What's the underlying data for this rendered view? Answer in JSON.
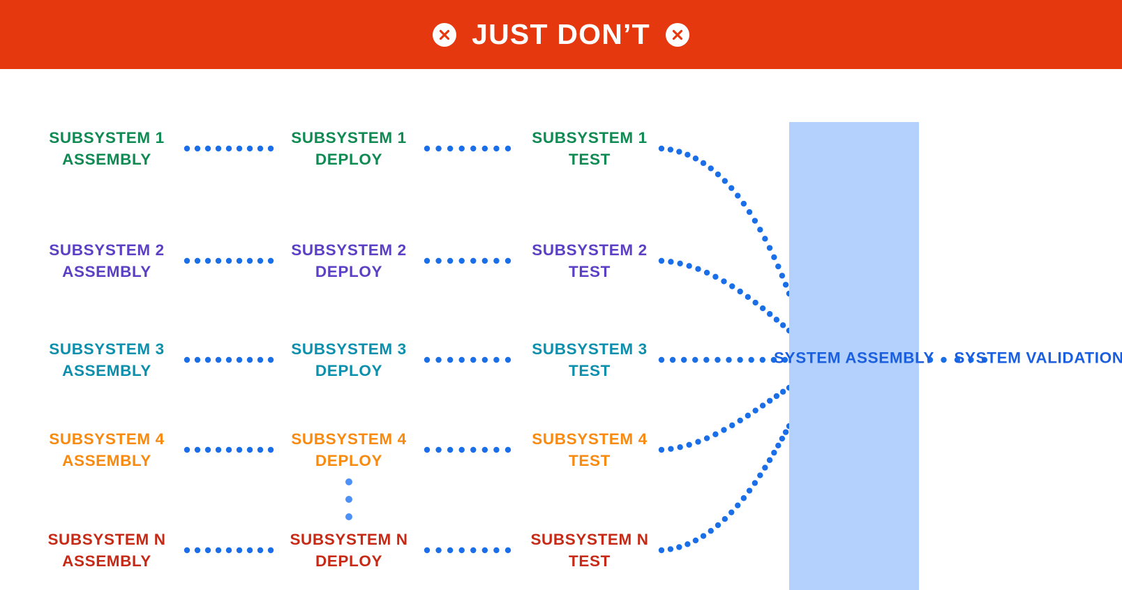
{
  "banner": {
    "title": "JUST DON’T",
    "left_icon": "x-circle-icon",
    "right_icon": "x-circle-icon",
    "background_color": "#e5380f",
    "text_color": "#ffffff"
  },
  "diagram": {
    "type": "pipeline-flow",
    "connector_color": "#1a6ee8",
    "stage_labels": [
      "ASSEMBLY",
      "DEPLOY",
      "TEST"
    ],
    "rows": [
      {
        "id": "subsystem-1",
        "color": "#0e8a52",
        "assembly": {
          "line1": "SUBSYSTEM 1",
          "line2": "ASSEMBLY"
        },
        "deploy": {
          "line1": "SUBSYSTEM 1",
          "line2": "DEPLOY"
        },
        "test": {
          "line1": "SUBSYSTEM 1",
          "line2": "TEST"
        }
      },
      {
        "id": "subsystem-2",
        "color": "#5b3fc4",
        "assembly": {
          "line1": "SUBSYSTEM 2",
          "line2": "ASSEMBLY"
        },
        "deploy": {
          "line1": "SUBSYSTEM 2",
          "line2": "DEPLOY"
        },
        "test": {
          "line1": "SUBSYSTEM 2",
          "line2": "TEST"
        }
      },
      {
        "id": "subsystem-3",
        "color": "#0b8fac",
        "assembly": {
          "line1": "SUBSYSTEM 3",
          "line2": "ASSEMBLY"
        },
        "deploy": {
          "line1": "SUBSYSTEM 3",
          "line2": "DEPLOY"
        },
        "test": {
          "line1": "SUBSYSTEM 3",
          "line2": "TEST"
        }
      },
      {
        "id": "subsystem-4",
        "color": "#f98a10",
        "assembly": {
          "line1": "SUBSYSTEM 4",
          "line2": "ASSEMBLY"
        },
        "deploy": {
          "line1": "SUBSYSTEM 4",
          "line2": "DEPLOY"
        },
        "test": {
          "line1": "SUBSYSTEM 4",
          "line2": "TEST"
        }
      },
      {
        "id": "subsystem-n",
        "color": "#c62a16",
        "assembly": {
          "line1": "SUBSYSTEM N",
          "line2": "ASSEMBLY"
        },
        "deploy": {
          "line1": "SUBSYSTEM N",
          "line2": "DEPLOY"
        },
        "test": {
          "line1": "SUBSYSTEM N",
          "line2": "TEST"
        }
      }
    ],
    "ellipsis": {
      "name": "vertical-ellipsis",
      "dots": 3,
      "color": "#4d90f7"
    },
    "system_assembly": {
      "line1": "SYSTEM",
      "line2": "ASSEMBLY",
      "box_color": "#b3d1fc",
      "text_color": "#1a5fe0"
    },
    "system_validation": {
      "line1": "SYSTEM",
      "line2": "VALIDATION",
      "text_color": "#1a5fe0"
    }
  }
}
